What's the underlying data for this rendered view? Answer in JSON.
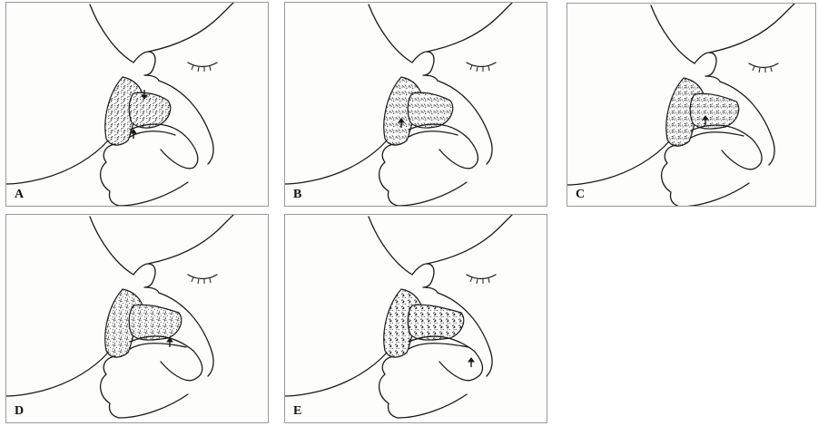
{
  "panels": [
    {
      "id": "a",
      "label": "A",
      "arrows": 2
    },
    {
      "id": "b",
      "label": "B",
      "arrows": 1
    },
    {
      "id": "c",
      "label": "C",
      "arrows": 1
    },
    {
      "id": "d",
      "label": "D",
      "arrows": 1
    },
    {
      "id": "e",
      "label": "E",
      "arrows": 1
    }
  ],
  "colors": {
    "line": "#1a1a1a",
    "stipple": "#2a2a2a",
    "border": "#9a9a9a"
  }
}
